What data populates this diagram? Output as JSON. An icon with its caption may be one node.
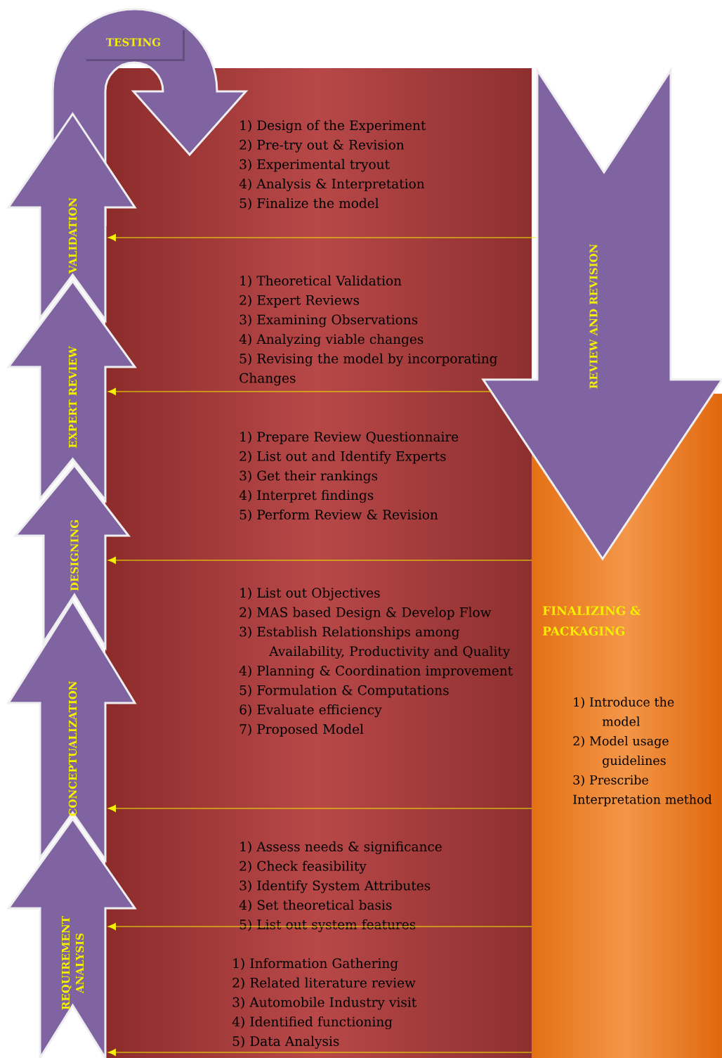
{
  "diagram": {
    "nodes": [
      {
        "text": [
          "TESTING"
        ]
      },
      {
        "text": [],
        "shape": "box"
      },
      {
        "text": [
          "1) Design of the Experiment",
          "2) Pre-try out & Revision",
          "3) Experimental tryout",
          "4) Analysis & Interpretation",
          "5) Finalize the model"
        ],
        "in": 1
      },
      {
        "text": [
          "1) Theoretical Validation",
          "2) Expert Reviews",
          "3) Examining Observations",
          "4) Analyzing viable changes",
          "5) Revising the model by incorporating Changes"
        ],
        "in": 1
      },
      {
        "text": [
          "1) Prepare Review Questionnaire",
          "2) List out and Identify Experts",
          "3) Get their rankings",
          "4) Interpret findings",
          "5) Perform Review & Revision"
        ],
        "in": 1
      },
      {
        "text": [
          "1) List out Objectives",
          "2) MAS based Design & Develop Flow",
          "3) Establish Relationships among Availability, Productivity and Quality",
          "4) Planning & Coordination improvement",
          "5) Formulation & Computations",
          "6) Evaluate efficiency",
          "7) Proposed Model"
        ],
        "in": 1
      },
      {
        "text": [
          "1) Assess needs & significance",
          "2) Check feasibility",
          "3) Identify System Attributes",
          "4) Set theoretical basis",
          "5) List out system features"
        ],
        "in": 1
      },
      {
        "text": [
          "1) Information Gathering",
          "2) Related literature review",
          "3) Automobile Industry visit",
          "4) Identified functioning",
          "5) Data Analysis"
        ],
        "in": 1
      },
      {
        "text": [
          "REVIEW AND REVISION"
        ]
      },
      {
        "text": [
          "VALIDATION"
        ]
      },
      {
        "text": [
          "EXPERT REVIEW"
        ]
      },
      {
        "text": [
          "DESIGNING"
        ]
      },
      {
        "text": [
          "CONCEPTUALIZATION"
        ]
      },
      {
        "text": [
          "REQUIREMENT ANALYSIS"
        ]
      },
      {
        "text": [
          "FINALIZING & PACKAGING",
          "1) Introduce the model",
          "2) Model usage guidelines",
          "3) Prescribe Interpretation method"
        ]
      }
    ],
    "edges": [
      {
        "from": 8,
        "to": 9,
        "arrow": "to"
      },
      {
        "from": 8,
        "to": 10,
        "arrow": "to"
      },
      {
        "from": 14,
        "to": 11,
        "arrow": "to"
      },
      {
        "from": 14,
        "to": 12,
        "arrow": "to"
      },
      {
        "from": 14,
        "to": 13,
        "arrow": "to"
      },
      {
        "from": 14,
        "to": 13,
        "arrow": "to"
      }
    ]
  }
}
